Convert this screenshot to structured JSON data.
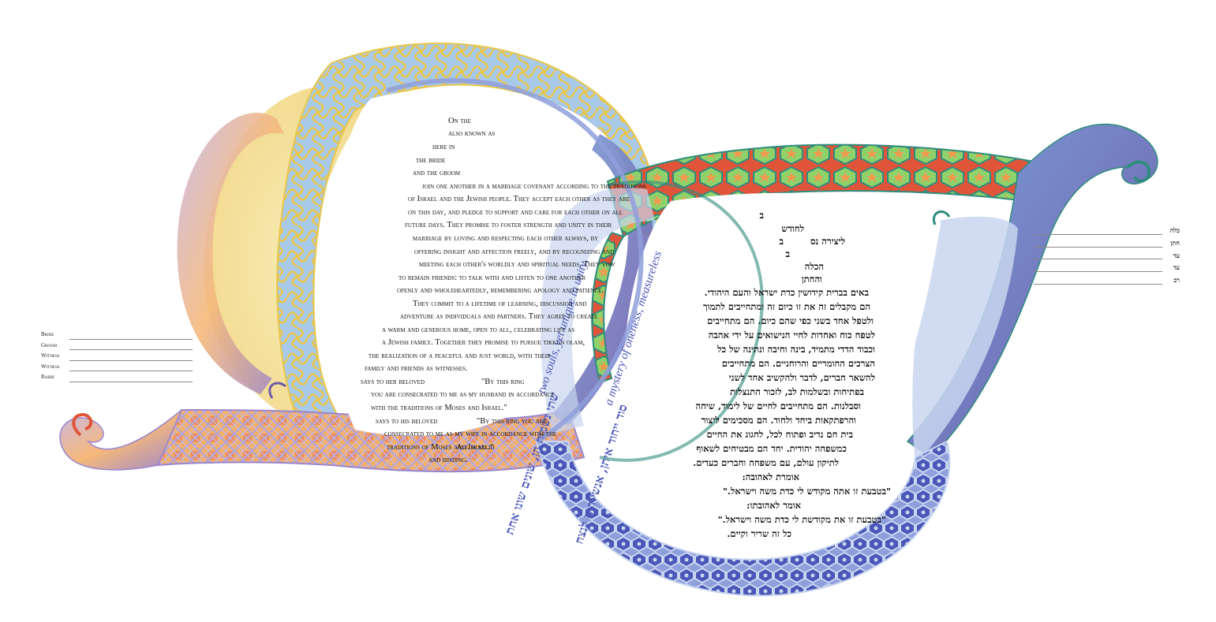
{
  "artwork": {
    "palette": {
      "gold": "#e8c64a",
      "sky": "#a9c9e8",
      "cream": "#f6e7a6",
      "lavender": "#b7a6d6",
      "violet": "#6f5aa8",
      "royal": "#4a57b8",
      "orange": "#f29a4e",
      "red": "#e0553a",
      "green": "#8fd16a",
      "teal": "#2f8c7e",
      "pale_blue": "#c9d6f0"
    }
  },
  "english": {
    "lines": [
      "On the",
      "also known as",
      "here in",
      "the bride",
      "and the groom",
      "join one another in a marriage covenant according to the traditions",
      "of Israel and the Jewish people. They accept each other as they are",
      "on this day, and pledge to support and care for each other on all",
      "future days. They promise to foster strength and unity in their",
      "marriage by loving and respecting each other always, by",
      "offering insight and affection freely, and by recognizing and",
      "meeting each other's worldly and spiritual needs. They vow",
      "to remain friends: to talk with and listen to one another",
      "openly and wholeheartedly, remembering apology and patience.",
      "They commit to a lifetime of learning, discussion and",
      "adventure as individuals and partners. They agree to create",
      "a warm and generous home, open to all, celebrating life as",
      "a Jewish family. Together they promise to pursue tikkun olam,",
      "the realization of a peaceful and just world, with their",
      "family and friends as witnesses.",
      "says to her beloved",
      "\"By this ring",
      "you are consecrated to me as my husband in accordance",
      "with the traditions of Moses and Israel.\"",
      "says to his beloved",
      "\"By this ring you are",
      "consecrated to me as my wife in accordance with the",
      "traditions of Moses and Israel.\"",
      "All is valid",
      "and binding."
    ]
  },
  "hebrew": {
    "lines": [
      "ב",
      "לחודש",
      "ב",
      "ליצירה נס",
      "ב",
      "הכלה",
      "והחתן",
      "באים בברית קידושין כדת ישראל והעם היהודי.",
      "הם מקבלים זה את זו כיום זה ומתחייבים לתמוך",
      "ולטפל אחד בשני כפי שהם כיום. הם מתחייבים",
      "לטפח כוח ואחדות לחיי הנישואים על ידי אהבה",
      "וכבוד הדדי מתמיד, בינה וחיבה ונתינה של כל",
      "הצרכים החומריים והרוחניים. הם מתחייבים",
      "להשאר חברים, לדבר ולהקשיב אחד לשני",
      "בפתיחות ובשלמות לב, לזכור התנצלות",
      "וסבלנות. הם מתחייבים לחיים של לימוד, שיחה",
      "והרפתקאות ביחד ולחוד. הם מסכימים ליצור",
      "בית חם נדיב ופתוח לכל, לחגוג את החיים",
      "כמשפחה יהודית. יחד הם מבטיחים לשאוף",
      "לתיקון עולם, עם משפחה וחברים כעדים.",
      "אומרת לאהובה:",
      "\"בטבעת זו אתה מקודש לי כדת משה וישראל.\"",
      "אומר לאהובתו:",
      "\"בטבעת זו את מקודשת לי כדת משה וישראל.\"",
      "כל זה שריר וקיים."
    ]
  },
  "band_texts": {
    "hebrew_left": "שתי נשמות הן, שונים שונו אחת",
    "english_left": "two souls, yet unique in unity,",
    "hebrew_right": "סוד ייחוד איתן, אנשי הוא לנצח",
    "english_right": "a mystery of oneness, measureless"
  },
  "signatures_left": {
    "labels": [
      "Bride",
      "Groom",
      "Witness",
      "Witness",
      "Rabbi"
    ]
  },
  "signatures_right": {
    "labels": [
      "כלה",
      "חתן",
      "עד",
      "עד",
      "רב"
    ]
  }
}
